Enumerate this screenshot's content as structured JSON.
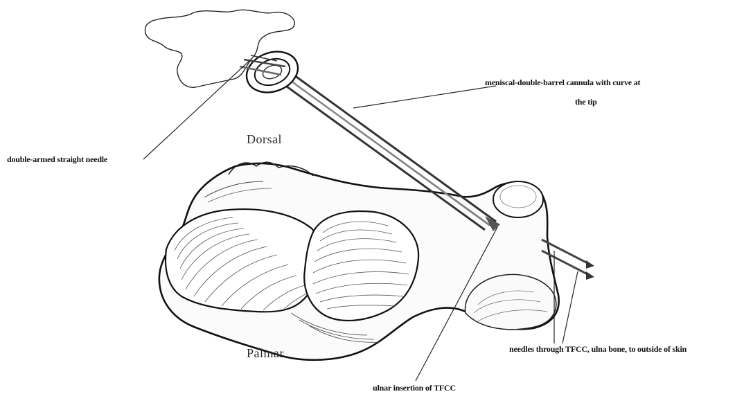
{
  "figure": {
    "labels": {
      "cannula_line1": "meniscal-double-barrel cannula with curve at",
      "cannula_line2": "the tip",
      "double_armed_needle": "double-armed straight needle",
      "needles_through": "needles through TFCC, ulna bone, to outside of skin",
      "ulnar_insertion": "ulnar insertion of TFCC",
      "dorsal": "Dorsal",
      "palmar": "Palmar"
    },
    "colors": {
      "ink": "#111111",
      "needle": "#555555",
      "background": "#ffffff"
    }
  }
}
